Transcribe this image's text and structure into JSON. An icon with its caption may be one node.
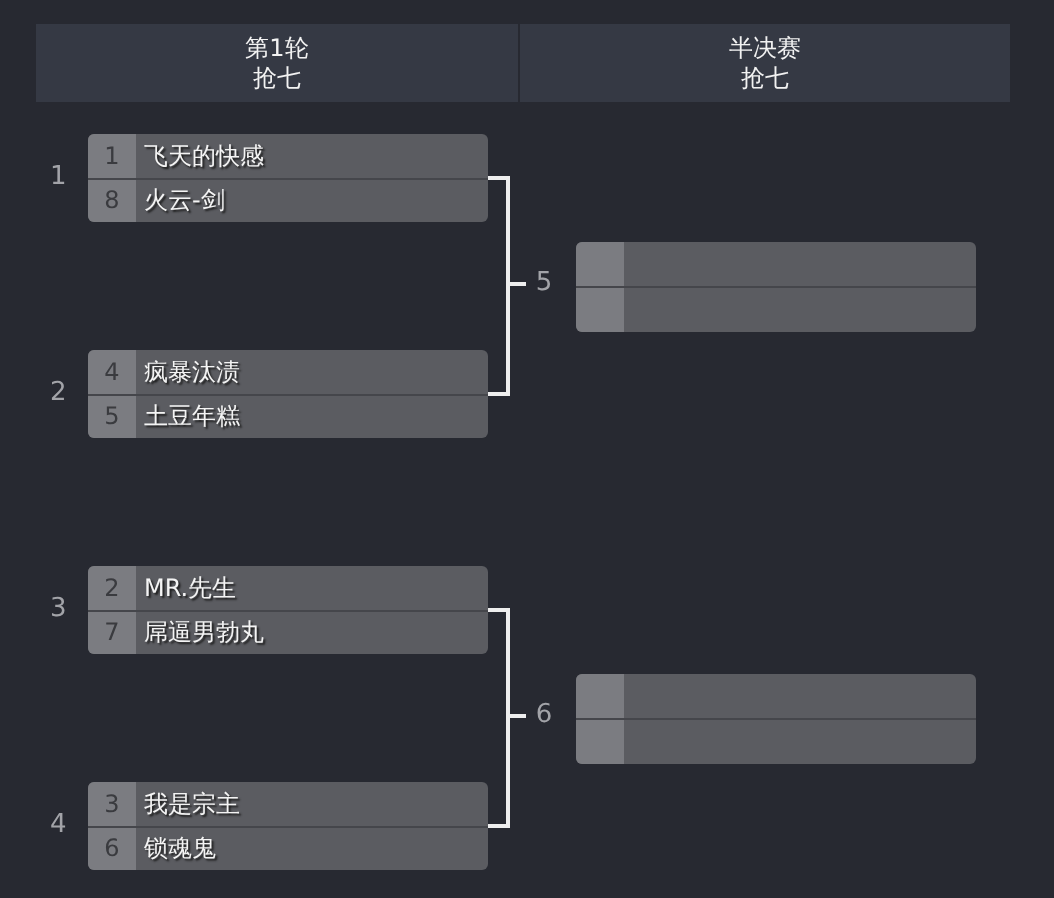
{
  "diagram": {
    "nodes": [
      {
        "text": [
          "第1轮",
          "抢七"
        ]
      },
      {
        "text": [
          "半决赛",
          "抢七"
        ]
      },
      {
        "text": [],
        "shape": "box",
        "beside": [
          "1"
        ]
      },
      {
        "text": [
          "1",
          "飞天的快感"
        ],
        "in": 2
      },
      {
        "text": [
          "8",
          "火云-剑"
        ],
        "in": 2
      },
      {
        "text": [],
        "shape": "box",
        "beside": [
          "2"
        ]
      },
      {
        "text": [
          "4",
          "疯暴汰渍"
        ],
        "in": 5
      },
      {
        "text": [
          "5",
          "土豆年糕"
        ],
        "in": 5
      },
      {
        "text": [],
        "shape": "box",
        "beside": [
          "3"
        ]
      },
      {
        "text": [
          "2",
          "MR.先生"
        ],
        "in": 8
      },
      {
        "text": [
          "7",
          "屌逼男勃丸"
        ],
        "in": 8
      },
      {
        "text": [],
        "shape": "box",
        "beside": [
          "4"
        ]
      },
      {
        "text": [
          "3",
          "我是宗主"
        ],
        "in": 11
      },
      {
        "text": [
          "6",
          "锁魂鬼"
        ],
        "in": 11
      },
      {
        "text": [
          "5"
        ]
      },
      {
        "text": [],
        "shape": "box"
      },
      {
        "text": [],
        "shape": "box",
        "in": 15
      },
      {
        "text": [],
        "shape": "box",
        "in": 15
      },
      {
        "text": [
          "6"
        ]
      },
      {
        "text": [],
        "shape": "box"
      },
      {
        "text": [],
        "shape": "box",
        "in": 19
      },
      {
        "text": [],
        "shape": "box",
        "in": 19
      }
    ],
    "edges": [
      {
        "from": 2,
        "to": 14,
        "arrow": "none"
      },
      {
        "from": 5,
        "to": 14,
        "arrow": "none"
      },
      {
        "from": 8,
        "to": 18,
        "arrow": "none"
      },
      {
        "from": 11,
        "to": 18,
        "arrow": "none"
      }
    ]
  }
}
